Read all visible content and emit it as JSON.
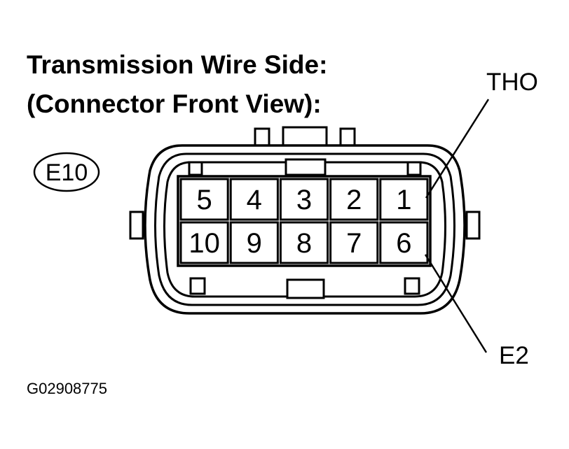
{
  "title": {
    "line1": "Transmission Wire Side:",
    "line2": "(Connector Front View):"
  },
  "connector_code": "E10",
  "pins": {
    "top_row": [
      "5",
      "4",
      "3",
      "2",
      "1"
    ],
    "bottom_row": [
      "10",
      "9",
      "8",
      "7",
      "6"
    ]
  },
  "callouts": {
    "tho": "THO",
    "e2": "E2"
  },
  "figure_id": "G02908775"
}
